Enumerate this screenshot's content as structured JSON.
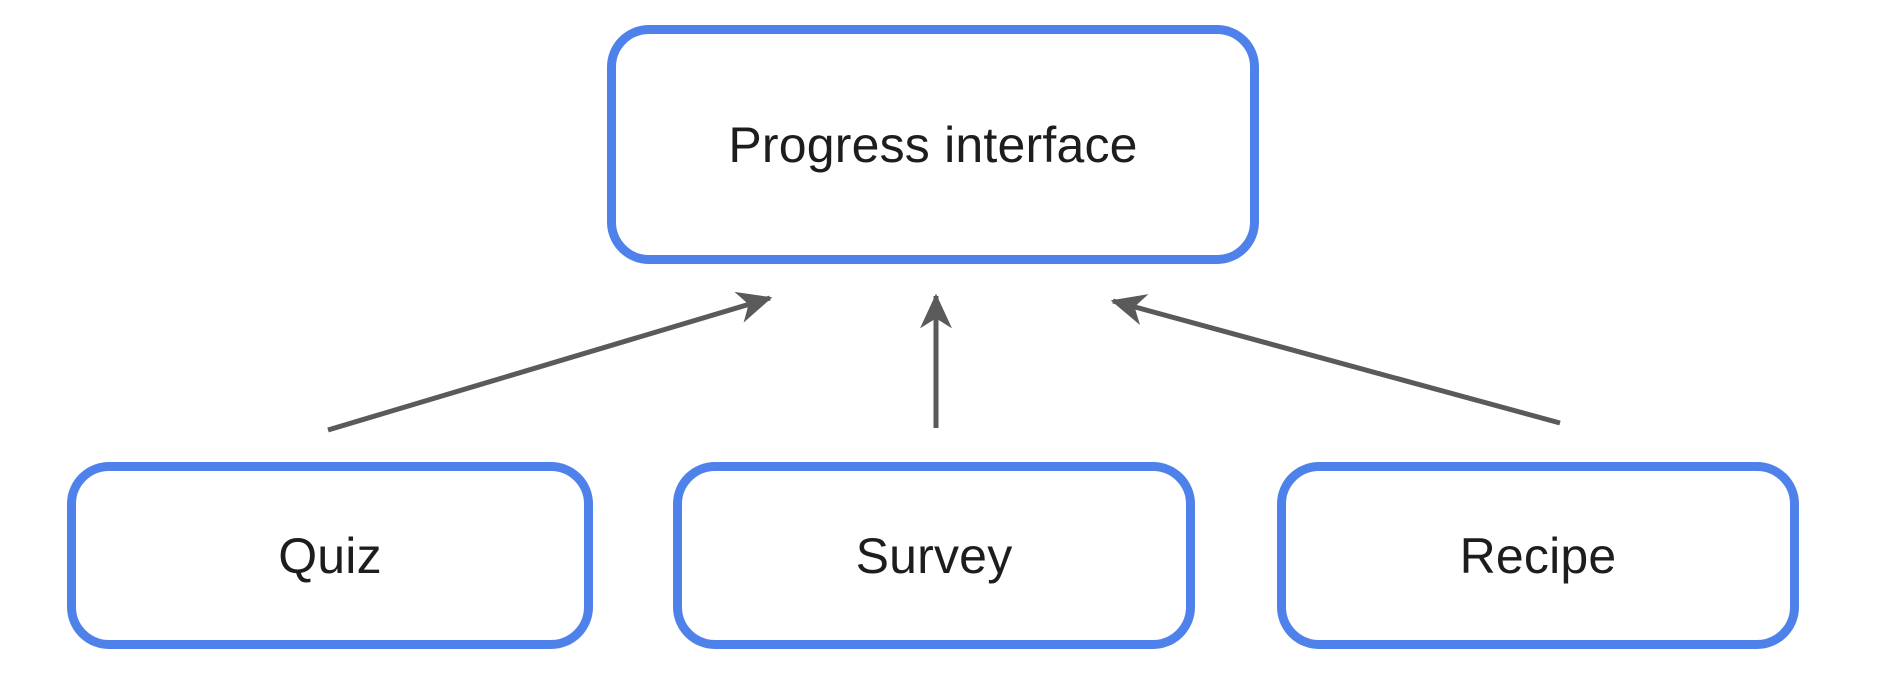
{
  "diagram": {
    "title": "",
    "colors": {
      "background": "#ffffff",
      "node_border": "#4e82ea",
      "node_fill": "#ffffff",
      "arrow": "#5a5a5a",
      "text": "#1d1d1f"
    },
    "nodes": [
      {
        "id": "progress-interface",
        "label": "Progress interface",
        "row": "top"
      },
      {
        "id": "quiz",
        "label": "Quiz",
        "row": "bottom"
      },
      {
        "id": "survey",
        "label": "Survey",
        "row": "bottom"
      },
      {
        "id": "recipe",
        "label": "Recipe",
        "row": "bottom"
      }
    ],
    "edges": [
      {
        "from": "quiz",
        "to": "progress-interface",
        "direction": "up",
        "style": "arrow"
      },
      {
        "from": "survey",
        "to": "progress-interface",
        "direction": "up",
        "style": "arrow"
      },
      {
        "from": "recipe",
        "to": "progress-interface",
        "direction": "up",
        "style": "arrow"
      }
    ]
  }
}
